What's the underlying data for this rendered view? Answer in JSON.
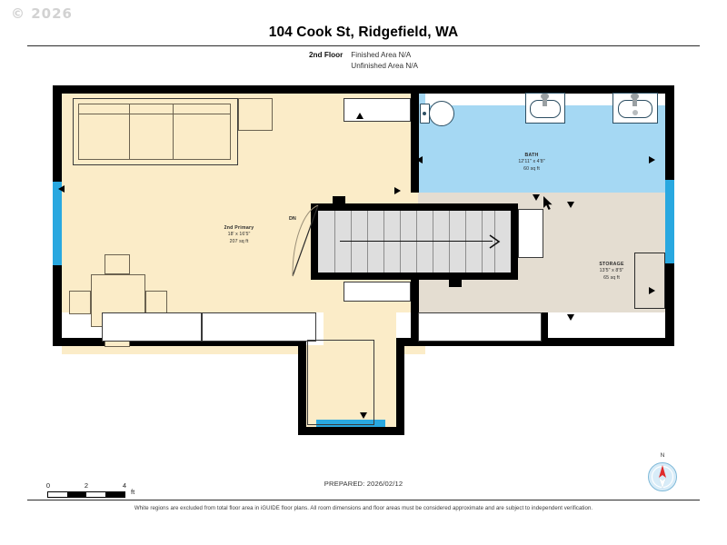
{
  "watermark": "© 2026",
  "header": {
    "title": "104 Cook St, Ridgefield, WA",
    "floor_label": "2nd Floor",
    "finished_area": "Finished Area N/A",
    "unfinished_area": "Unfinished Area N/A"
  },
  "rooms": [
    {
      "key": "primary",
      "name": "2nd Primary",
      "dimensions": "18' x 16'5\"",
      "area": "207 sq ft",
      "fill": "#fbecc8"
    },
    {
      "key": "bath",
      "name": "BATH",
      "dimensions": "12'11\" x 4'8\"",
      "area": "60 sq ft",
      "fill": "#a5d8f3"
    },
    {
      "key": "storage",
      "name": "STORAGE",
      "dimensions": "13'5\" x 8'5\"",
      "area": "65 sq ft",
      "fill": "#e4ddd1"
    }
  ],
  "stairs": {
    "direction_label": "DN",
    "tread_count": 11
  },
  "fixtures": [
    {
      "name": "toilet"
    },
    {
      "name": "sink-vanity-left"
    },
    {
      "name": "sink-vanity-right"
    }
  ],
  "furniture": [
    {
      "name": "sofa"
    },
    {
      "name": "side-table"
    },
    {
      "name": "dining-table"
    },
    {
      "name": "dining-chair-north"
    },
    {
      "name": "dining-chair-west"
    },
    {
      "name": "dining-chair-east"
    },
    {
      "name": "dining-chair-south"
    }
  ],
  "scale": {
    "ticks": [
      "0",
      "2",
      "4"
    ],
    "unit": "ft"
  },
  "prepared": "PREPARED: 2026/02/12",
  "compass": {
    "north_label": "N"
  },
  "disclaimer": "White regions are excluded from total floor area in iGUIDE floor plans. All room dimensions and floor areas must be considered approximate and are subject to independent verification.",
  "colors": {
    "wall": "#000000",
    "window": "#29a8e0",
    "room_fill": "#fbecc8",
    "bath_fill": "#a5d8f3",
    "storage_fill": "#e4ddd1",
    "excluded_fill": "#ffffff",
    "stair_fill": "#dedede"
  }
}
